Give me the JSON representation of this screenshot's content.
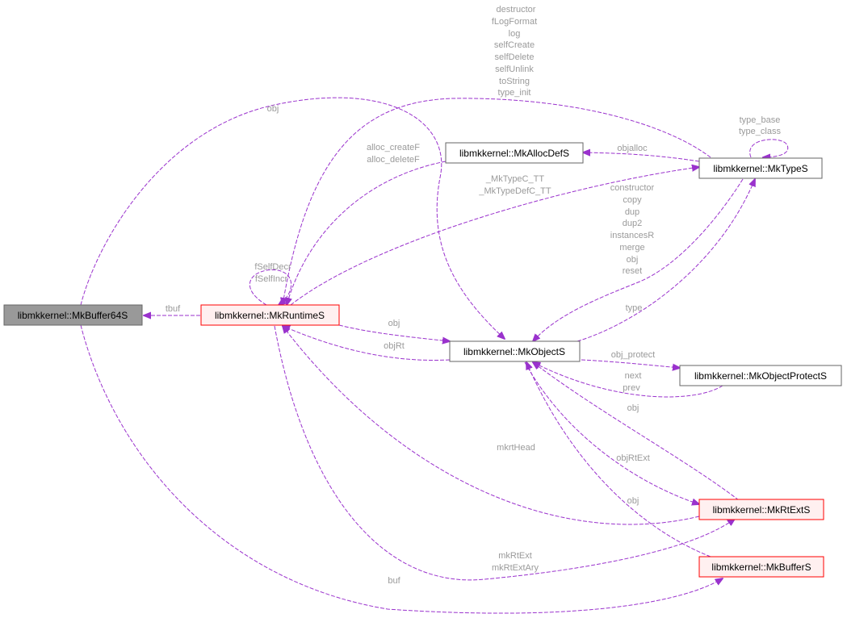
{
  "title": "libmkkernel::MkBuffer64S collaboration graph",
  "colors": {
    "edge": "#9a32cd",
    "label": "#9a9a9a",
    "focus_fill": "#999999",
    "focus_border": "#666666",
    "normal_border": "#666666",
    "normal_fill": "#ffffff",
    "linked_border": "#ff0000",
    "linked_fill": "#fff0f0"
  },
  "nodes": {
    "buffer64": {
      "label": "libmkkernel::MkBuffer64S",
      "style": "focus"
    },
    "runtime": {
      "label": "libmkkernel::MkRuntimeS",
      "style": "linked"
    },
    "allocdef": {
      "label": "libmkkernel::MkAllocDefS",
      "style": "normal"
    },
    "type": {
      "label": "libmkkernel::MkTypeS",
      "style": "normal"
    },
    "object": {
      "label": "libmkkernel::MkObjectS",
      "style": "normal"
    },
    "objprotect": {
      "label": "libmkkernel::MkObjectProtectS",
      "style": "normal"
    },
    "rtext": {
      "label": "libmkkernel::MkRtExtS",
      "style": "linked"
    },
    "buffer": {
      "label": "libmkkernel::MkBufferS",
      "style": "linked"
    }
  },
  "edge_labels": {
    "type_callbacks": [
      "destructor",
      "fLogFormat",
      "log",
      "selfCreate",
      "selfDelete",
      "selfUnlink",
      "toString",
      "type_init"
    ],
    "type_base_class": [
      "type_base",
      "type_class"
    ],
    "objalloc": [
      "objalloc"
    ],
    "alloc": [
      "alloc_createF",
      "alloc_deleteF"
    ],
    "typeC": [
      "_MkTypeC_TT",
      "_MkTypeDefC_TT"
    ],
    "obj_type_callbacks": [
      "constructor",
      "copy",
      "dup",
      "dup2",
      "instancesR",
      "merge",
      "obj",
      "reset"
    ],
    "type": [
      "type"
    ],
    "self": [
      "fSelfDecr",
      "fSelfIncr"
    ],
    "tbuf": [
      "tbuf"
    ],
    "obj_top": [
      "obj"
    ],
    "obj_rt": [
      "obj"
    ],
    "objRt": [
      "objRt"
    ],
    "obj_protect": [
      "obj_protect"
    ],
    "next_prev": [
      "next",
      "prev"
    ],
    "obj_rtext": [
      "obj"
    ],
    "objRtExt": [
      "objRtExt"
    ],
    "mkrtHead": [
      "mkrtHead"
    ],
    "obj_buffer": [
      "obj"
    ],
    "mkRtExt": [
      "mkRtExt",
      "mkRtExtAry"
    ],
    "buf": [
      "buf"
    ]
  }
}
